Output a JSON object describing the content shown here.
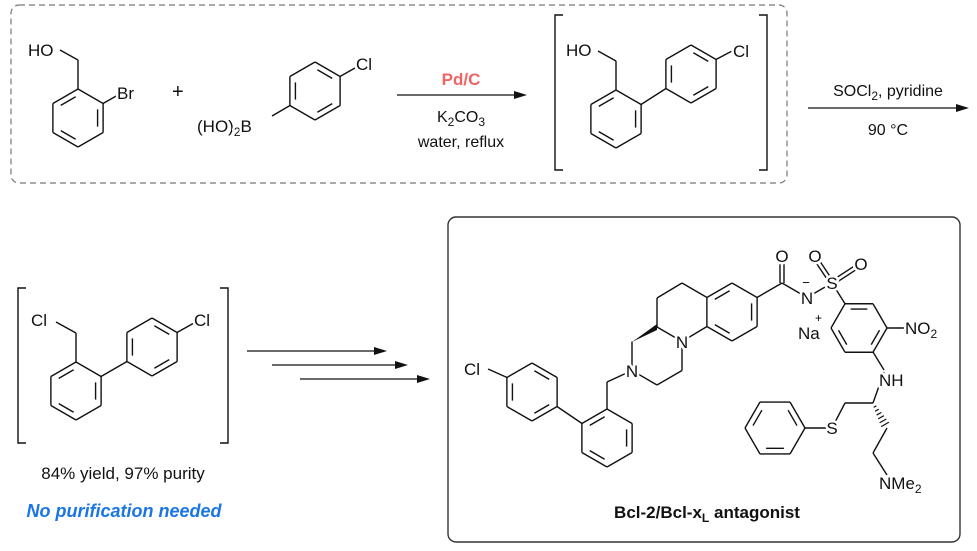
{
  "reactant_1": {
    "hydroxyl": "HO",
    "bromo": "Br"
  },
  "plus": "+",
  "reactant_2": {
    "boronic_prefix": "(HO)",
    "boronic_sub": "2",
    "boron": "B",
    "chloro": "Cl"
  },
  "step_1": {
    "catalyst": "Pd/C",
    "base_k": "K",
    "base_sub1": "2",
    "base_co": "CO",
    "base_sub2": "3",
    "solvent": "water, reflux"
  },
  "intermediate_1": {
    "hydroxyl": "HO",
    "chloro": "Cl"
  },
  "step_2": {
    "reagent": "SOCl",
    "reagent_sub": "2",
    "reagent_rest": ", pyridine",
    "temperature": "90 °C"
  },
  "intermediate_2": {
    "chloromethyl": "Cl",
    "chloro": "Cl",
    "yield_text": "84% yield, 97% purity",
    "note": "No purification needed"
  },
  "product": {
    "chloro": "Cl",
    "n_piperazine": "N",
    "n_ring": "N",
    "carbonyl_o": "O",
    "n_sulfonamide": "N",
    "minus": "−",
    "sulfur": "S",
    "sulfonyl_o1": "O",
    "sulfonyl_o2": "O",
    "sodium": "Na",
    "plus": "+",
    "nitro": "NO",
    "nitro_sub": "2",
    "amine": "NH",
    "thioether": "S",
    "dimethylamine": "NMe",
    "dimethylamine_sub": "2",
    "title_main": "Bcl-2/Bcl-x",
    "title_sub": "L",
    "title_rest": " antagonist"
  },
  "colors": {
    "catalyst": "#f06464",
    "note": "#1a75e6"
  }
}
